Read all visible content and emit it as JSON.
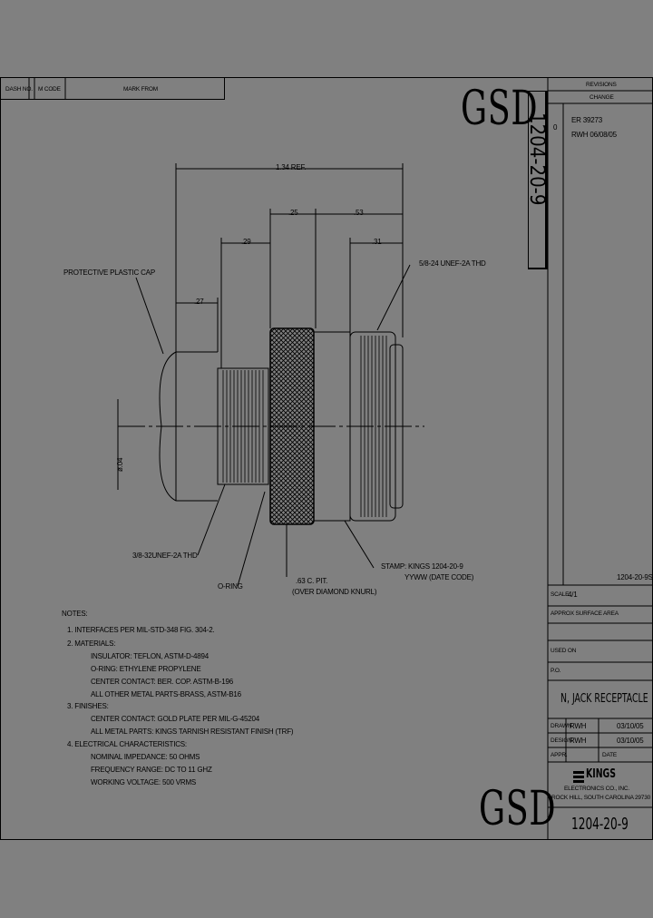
{
  "header": {
    "dash_no_label": "DASH NO.",
    "m_code_label": "M CODE",
    "mark_from_label": "MARK FROM"
  },
  "brand": {
    "gsd_top": "GSD",
    "gsd_bottom": "GSD"
  },
  "part_number_vertical": "1204-20-9",
  "revisions": {
    "title": "REVISIONS",
    "change_label": "CHANGE",
    "rev": "0",
    "er_line": "ER 39273",
    "rev_line2": "RWH 06/08/05"
  },
  "dimensions": {
    "overall": "1.34 REF.",
    "d25": ".25",
    "d53": ".53",
    "d29": ".29",
    "d31": ".31",
    "d27": ".27",
    "dia": "ø.04"
  },
  "callouts": {
    "cap": "PROTECTIVE PLASTIC CAP",
    "thread_right": "5/8-24 UNEF-2A THD",
    "thread_left": "3/8-32UNEF-2A THD",
    "oring": "O-RING",
    "knurl_1": ".63 C. PIT.",
    "knurl_2": "(OVER DIAMOND KNURL)",
    "stamp_1": "STAMP: KINGS 1204-20-9",
    "stamp_2": "YYWW (DATE CODE)"
  },
  "notes": {
    "title": "NOTES:",
    "lines": [
      "1.  INTERFACES PER MIL-STD-348 FIG. 304-2.",
      "2.  MATERIALS:",
      "INSULATOR: TEFLON, ASTM-D-4894",
      "O-RING: ETHYLENE PROPYLENE",
      "CENTER CONTACT: BER. COP. ASTM-B-196",
      "ALL OTHER METAL PARTS-BRASS, ASTM-B16",
      "3.  FINISHES:",
      "CENTER CONTACT: GOLD PLATE PER MIL-G-45204",
      "ALL METAL PARTS: KINGS TARNISH RESISTANT FINISH (TRF)",
      "4.  ELECTRICAL CHARACTERISTICS:",
      "NOMINAL IMPEDANCE: 50 OHMS",
      "FREQUENCY RANGE: DC TO 11 GHZ",
      "WORKING VOLTAGE: 500 VRMS"
    ]
  },
  "title_block": {
    "drawing_ref": "1204-20-9S",
    "scale_label": "SCALE",
    "scale_value": "4/1",
    "finish_label": "APPROX SURFACE AREA",
    "used_on_label": "USED ON",
    "po_label": "P.O.",
    "title": "N, JACK RECEPTACLE",
    "drawn_label": "DRAWN",
    "drawn_by": "RWH",
    "drawn_date": "03/10/05",
    "design_label": "DESIGN",
    "design_by": "RWH",
    "design_date": "03/10/05",
    "appr_label": "APPR.",
    "date_label": "DATE",
    "company": "KINGS",
    "company_sub": "ELECTRONICS CO., INC.",
    "company_addr": "ROCK HILL, SOUTH CAROLINA 29730",
    "part_number": "1204-20-9"
  }
}
